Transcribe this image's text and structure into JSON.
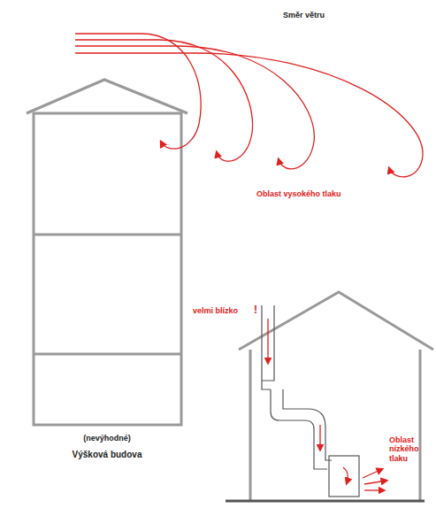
{
  "diagram": {
    "labels": [
      "Směr větru",
      "Oblast vysokého tlaku",
      "velmi blízko",
      "!",
      "Oblast nízkého tlaku",
      "(nevýhodné)",
      "Výšková budova"
    ]
  }
}
